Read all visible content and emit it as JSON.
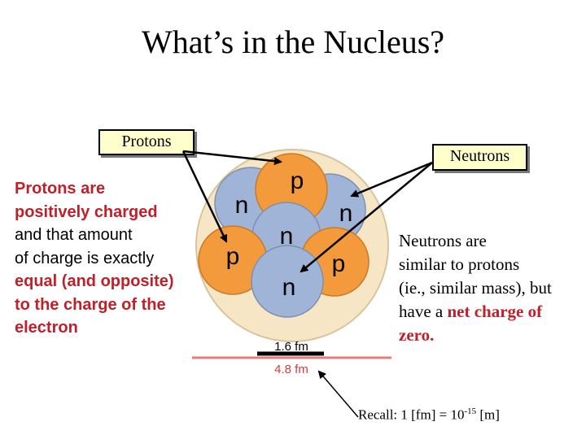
{
  "title": "What’s in the Nucleus?",
  "protons_label": "Protons",
  "neutrons_label": "Neutrons",
  "protons_description": {
    "line1": "Protons are",
    "line2": "positively charged",
    "line3": "and that amount",
    "line4": "of charge is exactly",
    "line5": "equal (and opposite)",
    "line6": "to the charge of the",
    "line7": "electron"
  },
  "neutrons_description": {
    "line1": "Neutrons are",
    "line2": "similar to protons",
    "line3": "(ie., similar mass), but",
    "line4a": "have a ",
    "line4b": "net charge of",
    "line5": "zero."
  },
  "nucleus_letters": {
    "p": "p",
    "n": "n"
  },
  "scale_small": "1.6 fm",
  "scale_large": "4.8 fm",
  "recall": {
    "prefix": "Recall: 1 [fm] = 10",
    "exponent": "-15",
    "suffix": " [m]"
  },
  "colors": {
    "proton": "#f39a3c",
    "neutron": "#9fb4d6",
    "nucleus_bg": "#f7e6c6",
    "scale_red": "#d93a3a",
    "highlight": "#c0202a"
  }
}
